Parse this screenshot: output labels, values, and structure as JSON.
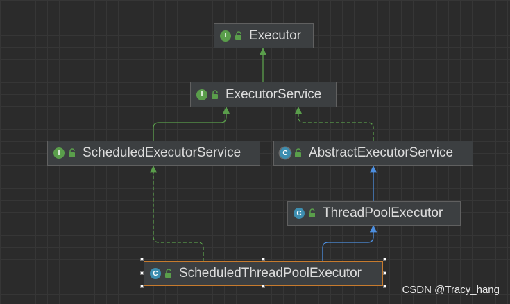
{
  "nodes": {
    "executor": {
      "label": "Executor",
      "badge": "I"
    },
    "executor_service": {
      "label": "ExecutorService",
      "badge": "I"
    },
    "scheduled_executor_service": {
      "label": "ScheduledExecutorService",
      "badge": "I"
    },
    "abstract_executor_service": {
      "label": "AbstractExecutorService",
      "badge": "C"
    },
    "thread_pool_executor": {
      "label": "ThreadPoolExecutor",
      "badge": "C"
    },
    "scheduled_thread_pool_executor": {
      "label": "ScheduledThreadPoolExecutor",
      "badge": "C"
    }
  },
  "relations": [
    {
      "from": "executor_service",
      "to": "executor",
      "kind": "extends-interface"
    },
    {
      "from": "scheduled_executor_service",
      "to": "executor_service",
      "kind": "extends-interface"
    },
    {
      "from": "abstract_executor_service",
      "to": "executor_service",
      "kind": "implements"
    },
    {
      "from": "thread_pool_executor",
      "to": "abstract_executor_service",
      "kind": "extends-class"
    },
    {
      "from": "scheduled_thread_pool_executor",
      "to": "scheduled_executor_service",
      "kind": "implements"
    },
    {
      "from": "scheduled_thread_pool_executor",
      "to": "thread_pool_executor",
      "kind": "extends-class"
    }
  ],
  "colors": {
    "interface_edge": "#5a9e4b",
    "class_edge": "#4d8fe0",
    "interface_badge": "#5a9e4b",
    "class_badge": "#3d8eb0",
    "selection_border": "#c77b2e"
  },
  "selected_node": "scheduled_thread_pool_executor",
  "watermark": "CSDN @Tracy_hang"
}
